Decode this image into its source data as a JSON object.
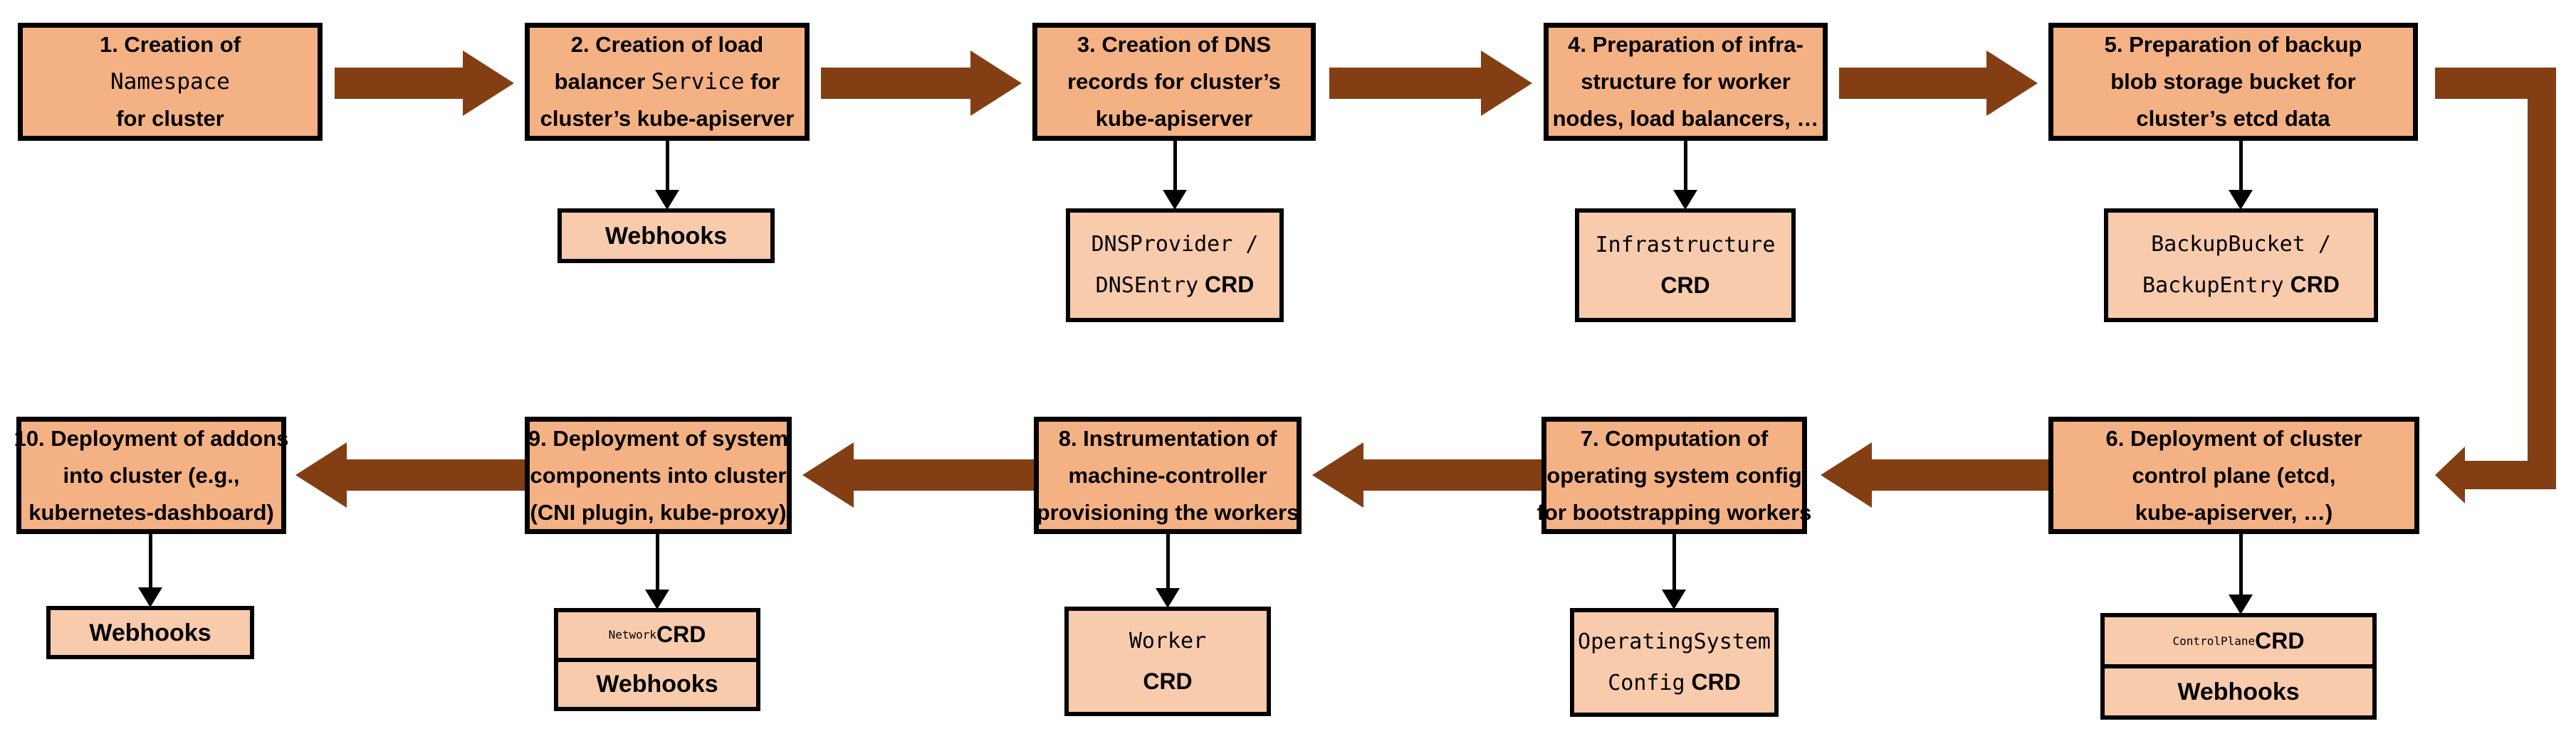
{
  "colors": {
    "step_box_fill": "#F4B183",
    "sub_box_fill": "#F8CBAD",
    "arrow_brown": "#843E14",
    "border_black": "#000000"
  },
  "steps": {
    "s1": {
      "l1": "1. Creation of",
      "l2_mono": "Namespace",
      "l3": "for cluster"
    },
    "s2": {
      "l1": "2. Creation of load",
      "l2a": "balancer ",
      "l2_mono": "Service",
      "l2b": " for",
      "l3": "cluster’s kube-apiserver"
    },
    "s3": {
      "l1": "3. Creation of DNS",
      "l2": "records for cluster’s",
      "l3": "kube-apiserver"
    },
    "s4": {
      "l1": "4. Preparation of infra-",
      "l2": "structure for worker",
      "l3": "nodes, load balancers, …"
    },
    "s5": {
      "l1": "5. Preparation of backup",
      "l2": "blob storage bucket for",
      "l3": "cluster’s etcd data"
    },
    "s6": {
      "l1": "6. Deployment of cluster",
      "l2": "control plane (etcd,",
      "l3": "kube-apiserver, …)"
    },
    "s7": {
      "l1": "7. Computation of",
      "l2": "operating system config",
      "l3": "for bootstrapping workers"
    },
    "s8": {
      "l1": "8. Instrumentation of",
      "l2": "machine-controller",
      "l3": "provisioning the workers"
    },
    "s9": {
      "l1": "9. Deployment of system",
      "l2": "components into cluster",
      "l3": "(CNI plugin, kube-proxy)"
    },
    "s10": {
      "l1": "10. Deployment of addons",
      "l2": "into cluster (e.g.,",
      "l3": "kubernetes-dashboard)"
    }
  },
  "crds": {
    "dns": {
      "l1_mono": "DNSProvider /",
      "l2_mono": "DNSEntry",
      "l2_bold": " CRD"
    },
    "infra": {
      "l1_mono": "Infrastructure",
      "l2_bold": "CRD"
    },
    "backup": {
      "l1_mono": "BackupBucket /",
      "l2_mono": "BackupEntry",
      "l2_bold": " CRD"
    },
    "controlplane": {
      "mono": "ControlPlane",
      "bold": " CRD"
    },
    "osc": {
      "l1_mono": "OperatingSystem",
      "l2_mono": "Config",
      "l2_bold": " CRD"
    },
    "worker": {
      "l1_mono": "Worker",
      "l2_bold": "CRD"
    },
    "network": {
      "mono": "Network",
      "bold": " CRD"
    }
  },
  "webhooks_label": "Webhooks"
}
